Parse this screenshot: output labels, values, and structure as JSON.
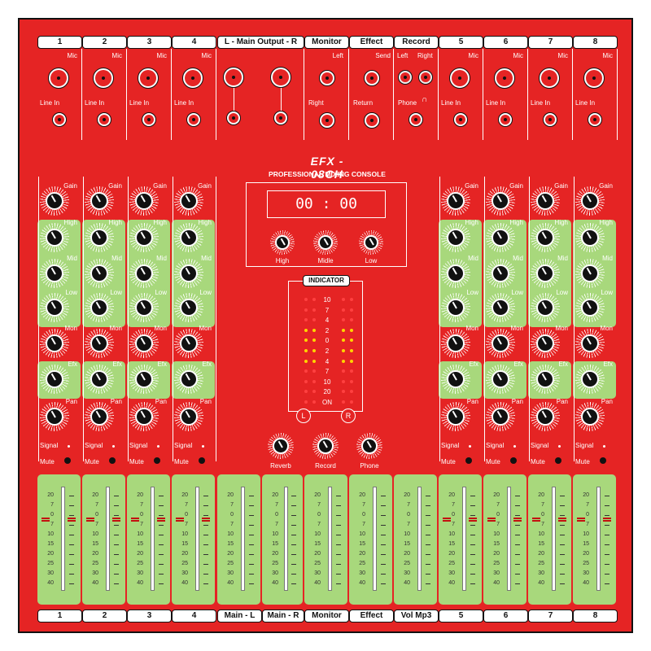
{
  "brand": {
    "model": "EFX - 08CH",
    "subtitle": "PROFESSIONAL MIXING CONSOLE"
  },
  "display": {
    "time": "00 : 00"
  },
  "top_headers": [
    "1",
    "2",
    "3",
    "4",
    "L - Main Output - R",
    "Monitor",
    "Effect",
    "Record",
    "5",
    "6",
    "7",
    "8"
  ],
  "input_labels": {
    "mic": "Mic",
    "line_in": "Line In"
  },
  "monitor_labels": {
    "left": "Left",
    "right": "Right"
  },
  "effect_labels": {
    "send": "Send",
    "return": "Return"
  },
  "record_labels": {
    "left": "Left",
    "right": "Right",
    "phone": "Phone"
  },
  "channel_knobs": [
    "Gain",
    "High",
    "Mid",
    "Low",
    "Mon",
    "Efx",
    "Pan"
  ],
  "channel_status": {
    "signal": "Signal",
    "mute": "Mute"
  },
  "master_eq": [
    "High",
    "Midle",
    "Low"
  ],
  "indicator": {
    "title": "INDICATOR",
    "scale": [
      "10",
      "7",
      "4",
      "2",
      "0",
      "2",
      "4",
      "7",
      "10",
      "20",
      "ON"
    ],
    "left": "L",
    "right": "R"
  },
  "master_knobs": [
    "Reverb",
    "Record",
    "Phone"
  ],
  "fader_scale": [
    "20",
    "7",
    "0",
    "7",
    "10",
    "15",
    "20",
    "25",
    "30",
    "40"
  ],
  "bottom_labels": [
    "1",
    "2",
    "3",
    "4",
    "Main - L",
    "Main - R",
    "Monitor",
    "Effect",
    "Vol Mp3",
    "5",
    "6",
    "7",
    "8"
  ],
  "colors": {
    "panel": "#e52424",
    "green": "#a8d87c",
    "led_red": "#ff3030",
    "led_yellow": "#ffd400"
  }
}
